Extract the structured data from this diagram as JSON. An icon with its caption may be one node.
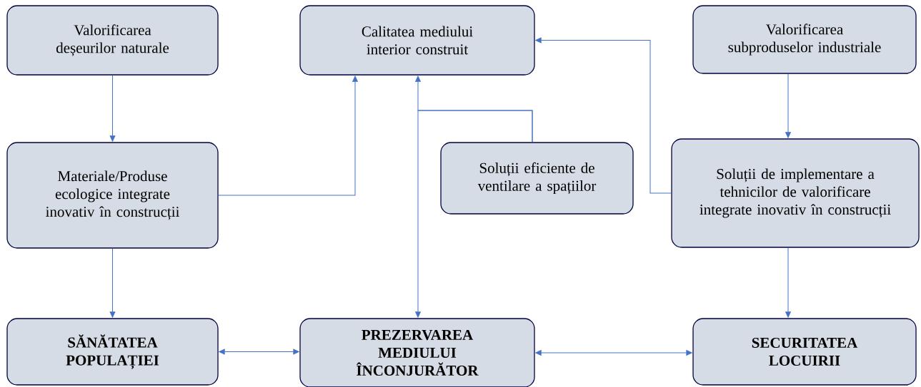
{
  "diagram": {
    "nodes": [
      {
        "text": [
          "Valorificarea deșeurilor naturale"
        ]
      },
      {
        "text": [
          "Calitatea mediului interior construit"
        ]
      },
      {
        "text": [
          "Valorificarea subproduselor industriale"
        ]
      },
      {
        "text": [
          "Materiale/Produse ecologice integrate inovativ în construcții"
        ]
      },
      {
        "text": [
          "Soluții eficiente de ventilare a spațiilor"
        ]
      },
      {
        "text": [
          "Soluții de implementare a tehnicilor de valorificare integrate inovativ în construcții"
        ]
      },
      {
        "text": [
          "SĂNĂTATEA POPULAȚIEI"
        ]
      },
      {
        "text": [
          "PREZERVAREA MEDIULUI ÎNCONJURĂTOR"
        ]
      },
      {
        "text": [
          "SECURITATEA LOCUIRII"
        ]
      }
    ],
    "edges": [
      {
        "from": 0,
        "to": 3,
        "arrow": "to"
      },
      {
        "from": 3,
        "to": 1,
        "arrow": "to"
      },
      {
        "from": 5,
        "to": 1,
        "arrow": "to"
      },
      {
        "from": 2,
        "to": 5,
        "arrow": "to"
      },
      {
        "from": 4,
        "to": 1,
        "arrow": "to"
      },
      {
        "from": 4,
        "to": 7,
        "arrow": "to"
      },
      {
        "from": 3,
        "to": 6,
        "arrow": "to"
      },
      {
        "from": 5,
        "to": 8,
        "arrow": "to"
      },
      {
        "from": 6,
        "to": 7,
        "arrow": "both"
      },
      {
        "from": 7,
        "to": 8,
        "arrow": "both"
      }
    ]
  }
}
